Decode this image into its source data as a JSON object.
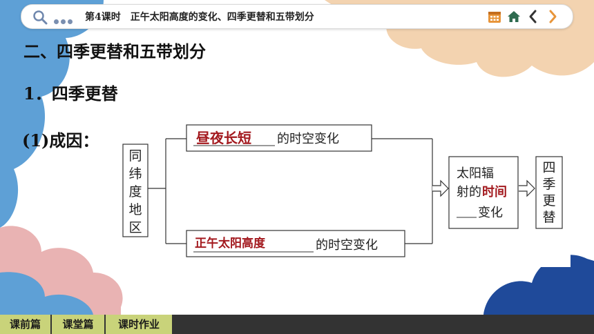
{
  "header": {
    "lesson_title": "第4课时　正午太阳高度的变化、四季更替和五带划分"
  },
  "content": {
    "heading": "二、四季更替和五带划分",
    "subheading": "1．四季更替",
    "cause_label": "(1)成因："
  },
  "diagram": {
    "left_box": [
      "同",
      "纬",
      "度",
      "地",
      "区"
    ],
    "top_answer": "昼夜长短",
    "top_suffix": "的时空变化",
    "bottom_answer": "正午太阳高度",
    "bottom_suffix": "的时空变化",
    "middle_line1": "太阳辐",
    "middle_line2_prefix": "射的",
    "middle_answer": "时间",
    "middle_line3": "变化",
    "right_box": [
      "四",
      "季",
      "更",
      "替"
    ]
  },
  "footer": {
    "tabs": [
      "课前篇",
      "课堂篇",
      "课时作业"
    ]
  },
  "colors": {
    "answer_red": "#a3191e",
    "tab_green": "#c9d37a",
    "bottom_bar": "#333333",
    "cloud_blue": "#5ea0d6",
    "cloud_pink": "#e9b3b3",
    "cloud_peach": "#f3d3b0",
    "cloud_navy": "#1f4a9a"
  },
  "icons": {
    "search": "search-icon",
    "more": "more-dots-icon",
    "calendar": "calendar-icon",
    "home": "home-icon",
    "prev": "chevron-left-icon",
    "next": "chevron-right-icon"
  }
}
